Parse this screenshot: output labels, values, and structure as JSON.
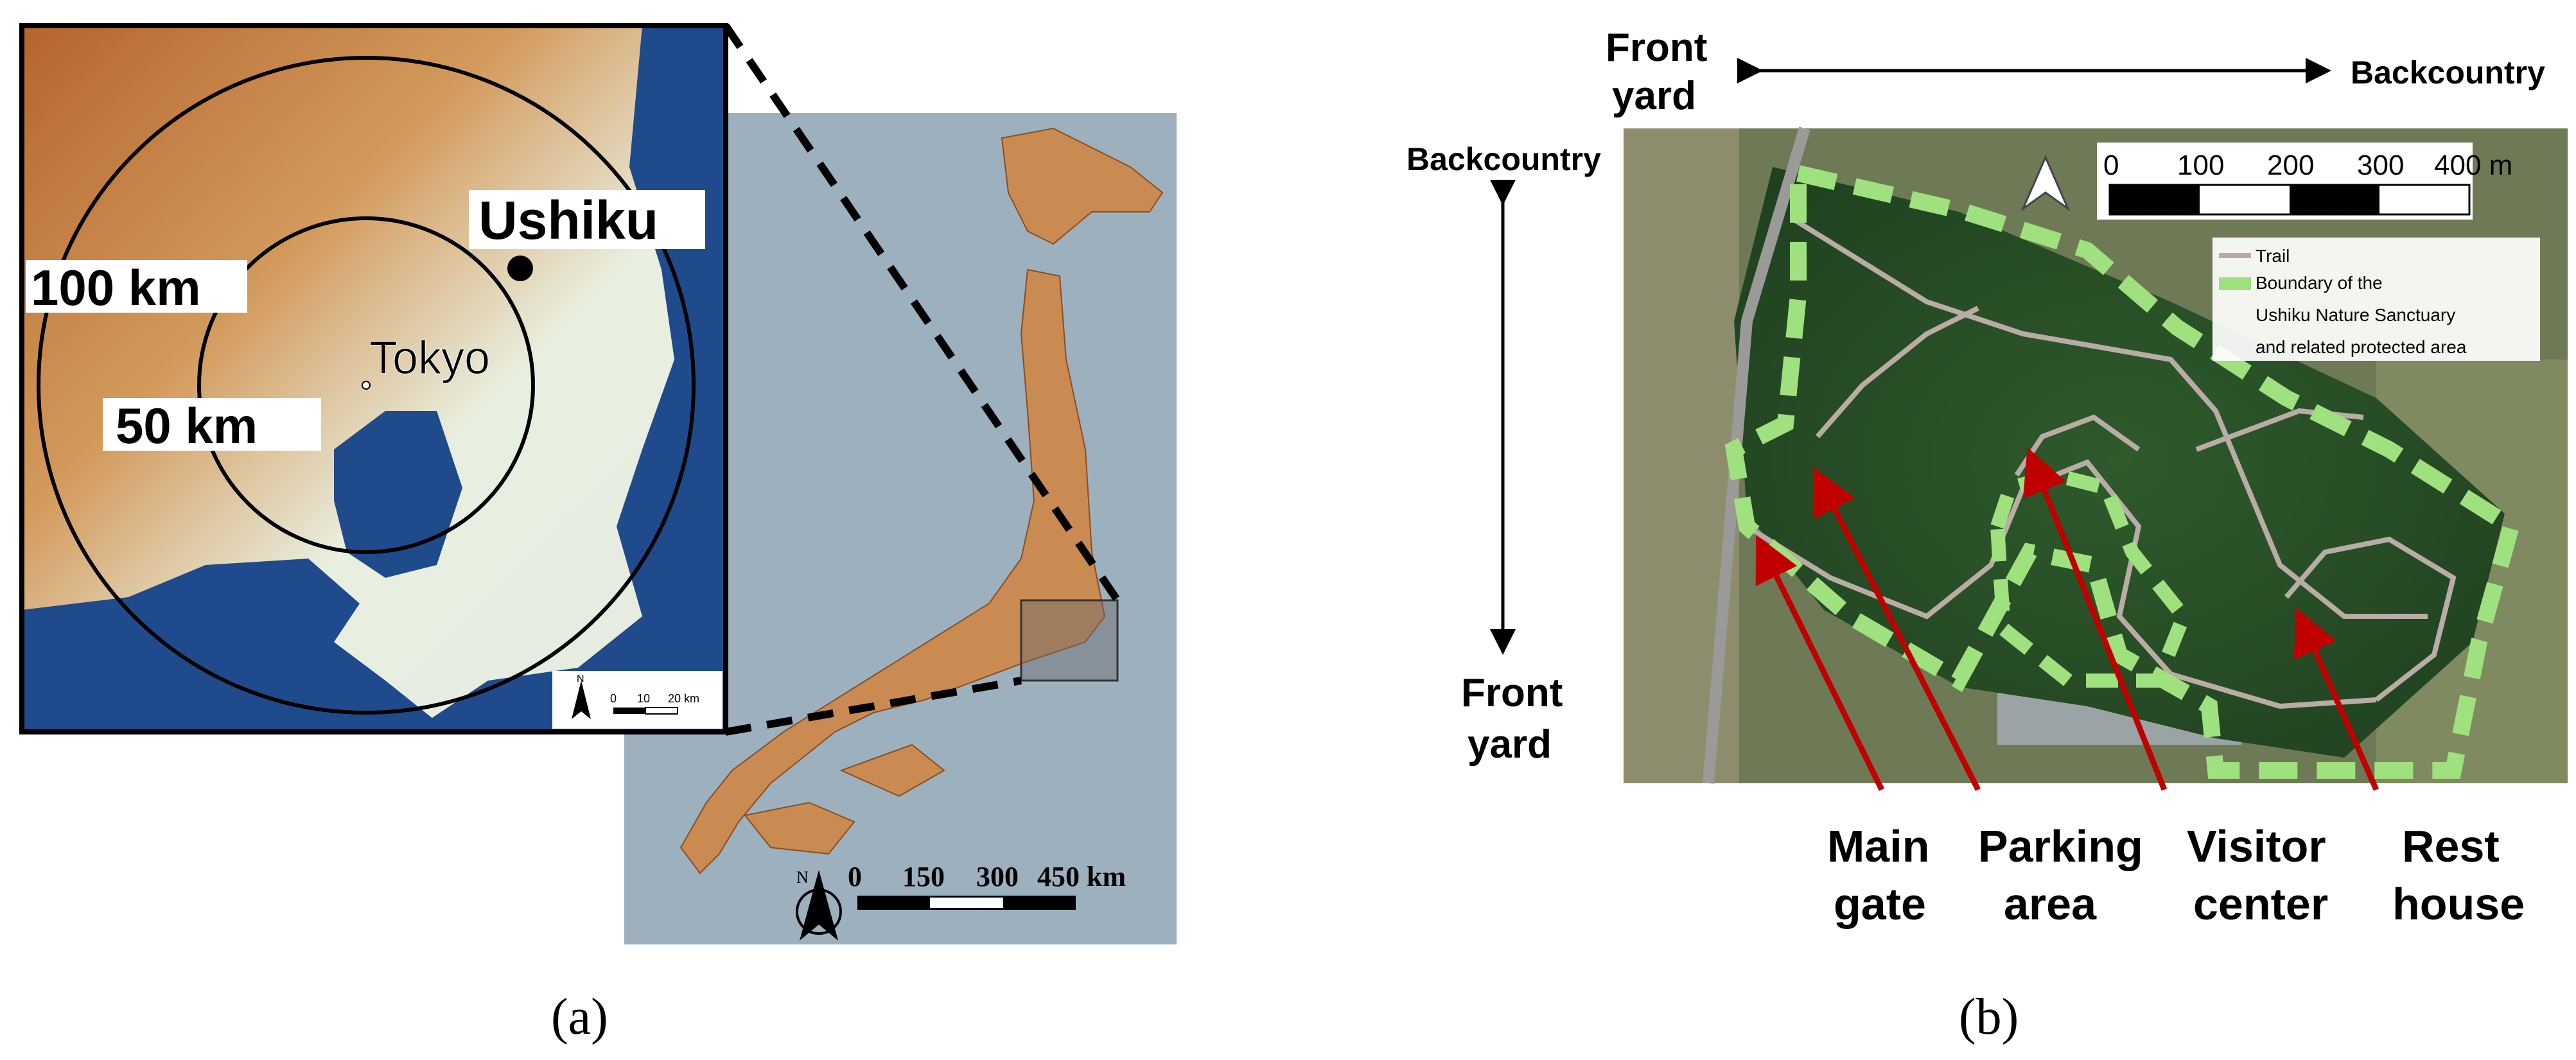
{
  "panel_a": {
    "caption": "(a)",
    "inset": {
      "labels": {
        "ushiku": "Ushiku",
        "tokyo": "Tokyo",
        "ring_100": "100 km",
        "ring_50": "50 km"
      },
      "scale_bar": {
        "ticks": [
          "0",
          "10",
          "20 km"
        ]
      },
      "north_label": "N"
    },
    "japan_map": {
      "scale_bar": {
        "ticks": [
          "0",
          "150",
          "300",
          "450 km"
        ]
      },
      "north_label": "N"
    }
  },
  "panel_b": {
    "caption": "(b)",
    "axes": {
      "horizontal": {
        "left": "Front\nyard",
        "left_line1": "Front",
        "left_line2": "yard",
        "right": "Backcountry"
      },
      "vertical": {
        "top": "Backcountry",
        "bottom_line1": "Front",
        "bottom_line2": "yard"
      }
    },
    "scale_bar": {
      "ticks": [
        "0",
        "100",
        "200",
        "300",
        "400 m"
      ]
    },
    "legend": {
      "trail": "Trail",
      "boundary_line1": "Boundary of the",
      "boundary_line2": "Ushiku Nature Sanctuary",
      "boundary_line3": "and related protected area"
    },
    "callouts": [
      {
        "line1": "Main",
        "line2": "gate"
      },
      {
        "line1": "Parking",
        "line2": "area"
      },
      {
        "line1": "Visitor",
        "line2": "center"
      },
      {
        "line1": "Rest",
        "line2": "house"
      }
    ],
    "colors": {
      "trail": "#b8aca5",
      "boundary": "#9fe07f",
      "arrow": "#c00000"
    }
  },
  "colors": {
    "sea": "#1f4a8c",
    "japan_sea": "#9db0bd",
    "terrain_high": "#b5652e",
    "terrain_low": "#e9efe0"
  }
}
